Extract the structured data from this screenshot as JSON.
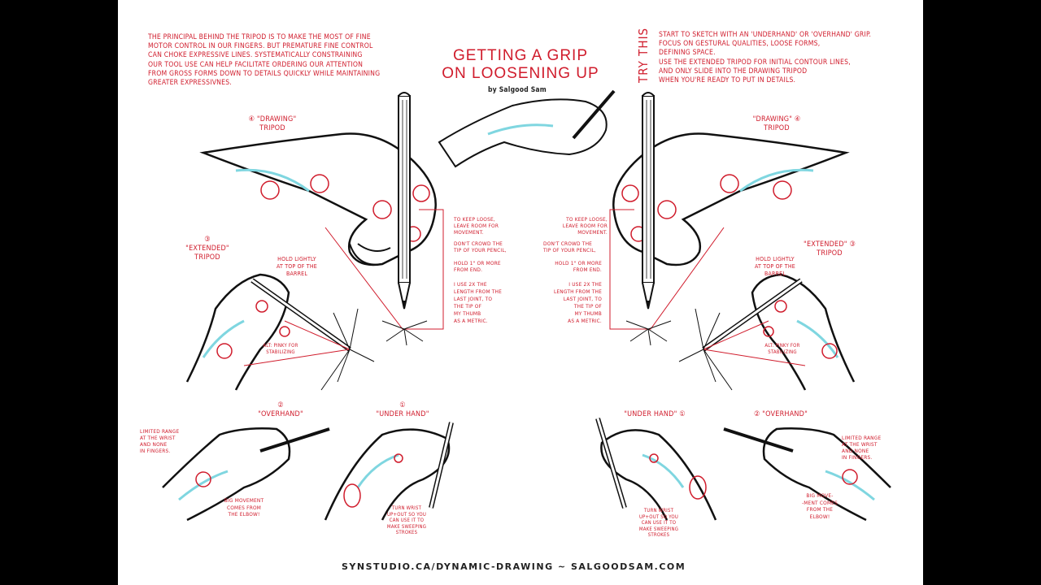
{
  "title": {
    "line1": "Getting a Grip",
    "line2": "on Loosening Up",
    "byline": "by Salgood Sam"
  },
  "intro": "The principal behind the tripod is to make the most of fine\nmotor control in our fingers. But premature fine control\ncan choke expressive lines. Systematically constraining\nour tool use can help facilitate ordering our attention\nfrom gross forms down to details quickly while maintaining\ngreater expressivnes.",
  "try_this": {
    "heading": "Try This",
    "text": "Start to sketch with an 'underhand' or 'overhand' grip.\nFocus on gestural qualities, loose forms,\ndefining space.\n     Use the extended tripod for initial contour lines,\n        and only slide into the drawing tripod\n        when you're ready to put in details."
  },
  "labels": {
    "drawing_tripod_left": "④ \"Drawing\"\ntripod",
    "drawing_tripod_right": "\"Drawing\" ④\ntripod",
    "extended_tripod_left": "③\n\"Extended\"\ntripod",
    "extended_tripod_right": "\"Extended\" ③\ntripod",
    "hold_lightly": "Hold lightly\nat top of the\nbarrel",
    "alt_pinky": "Alt: pinky for\nstabilizing",
    "overhand_left": "②\n\"Overhand\"",
    "overhand_right": "② \"Overhand\"",
    "underhand_left": "①\n\"Under hand\"",
    "underhand_right": "\"Under hand\" ①",
    "limited_range": "Limited range\nat the wrist\nand none\nin fingers.",
    "big_movement_left": "Big movement\ncomes from\nthe elbow!",
    "big_movement_right": "Big move-\n-ment comes\nfrom the\nelbow!",
    "turn_wrist": "Turn wrist\nup+out so you\ncan use it to\nmake sweeping\nstrokes"
  },
  "center_notes": {
    "keep_loose": "To keep loose,\nleave room for\nmovement.",
    "dont_crowd": "Don't crowd the\ntip of your pencil,",
    "hold_inch": "Hold 1\" or more\nfrom end.",
    "metric": "I use 2x the\nlength from the\nlast joint, to\nthe tip of\nmy thumb\nas a metric."
  },
  "footer": "SYNSTUDIO.CA/DYNAMIC-DRAWING  ~  SALGOODSAM.COM",
  "colors": {
    "annotation": "#d01c2c",
    "ink": "#111111",
    "shading": "#7fd6e0",
    "background": "#ffffff",
    "letterbox": "#000000"
  }
}
